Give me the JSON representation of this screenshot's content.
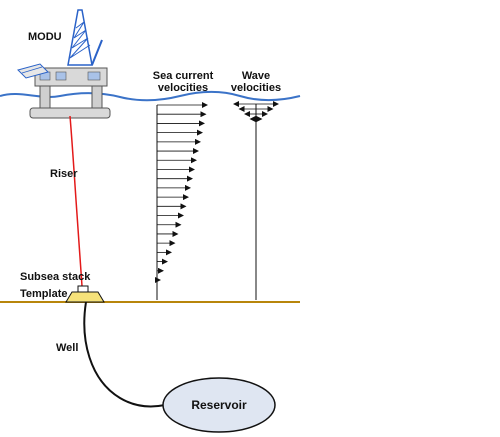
{
  "labels": {
    "modu": "MODU",
    "sea_current_line1": "Sea current",
    "sea_current_line2": "velocities",
    "wave_line1": "Wave",
    "wave_line2": "velocities",
    "riser": "Riser",
    "subsea_stack": "Subsea stack",
    "template": "Template",
    "well": "Well",
    "reservoir": "Reservoir"
  },
  "colors": {
    "sea_surface": "#3b73c8",
    "riser": "#e31a1a",
    "seabed": "#b8860b",
    "template_fill": "#f6e27a",
    "reservoir_fill": "#dfe6f2",
    "rig_structure": "#2a62c8"
  },
  "profiles": {
    "sea_current": {
      "description_visible": false,
      "relative_lengths": [
        1.0,
        0.97,
        0.94,
        0.9,
        0.86,
        0.82,
        0.78,
        0.74,
        0.7,
        0.66,
        0.62,
        0.57,
        0.52,
        0.47,
        0.41,
        0.35,
        0.28,
        0.2,
        0.12,
        0.05
      ]
    },
    "wave": {
      "relative_lengths": [
        1.0,
        0.75,
        0.5,
        0.25
      ]
    }
  }
}
